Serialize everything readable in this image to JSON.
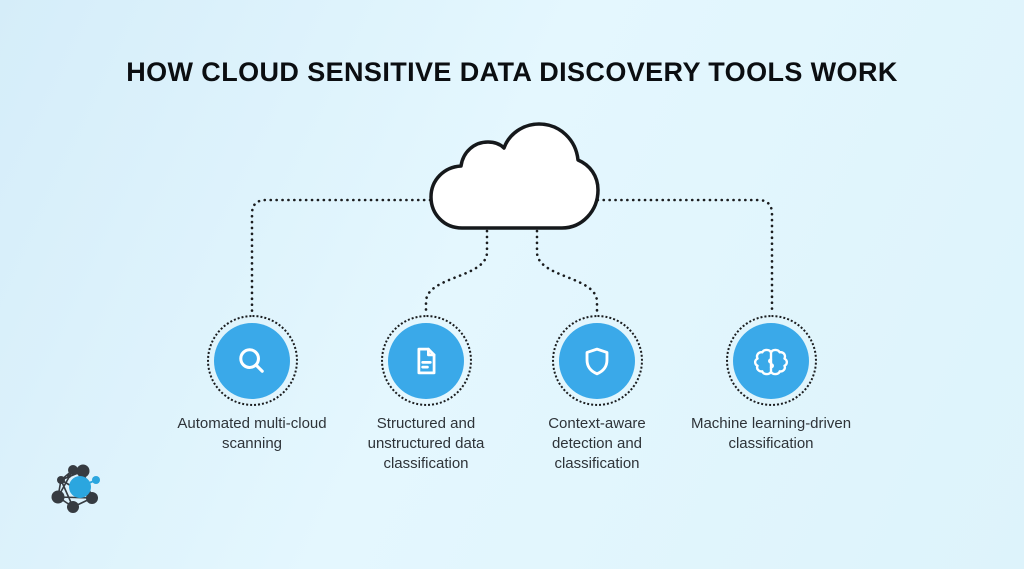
{
  "title": "HOW CLOUD SENSITIVE DATA DISCOVERY TOOLS WORK",
  "colors": {
    "background": "#ddf3fb",
    "accent_blue": "#3AA9E9",
    "line_dark": "#1b1d1f",
    "title_text": "#0b0e11",
    "label_text": "#2e3338",
    "logo_dark": "#363b41",
    "logo_blue": "#2ba6df"
  },
  "cloud": {
    "icon": "cloud-icon"
  },
  "nodes": [
    {
      "icon": "search-icon",
      "label": "Automated multi-cloud scanning"
    },
    {
      "icon": "document-icon",
      "label": "Structured and unstructured data classification"
    },
    {
      "icon": "shield-icon",
      "label": "Context-aware detection and classification"
    },
    {
      "icon": "brain-icon",
      "label": "Machine learning-driven classification"
    }
  ],
  "logo": {
    "name": "network-logo"
  }
}
